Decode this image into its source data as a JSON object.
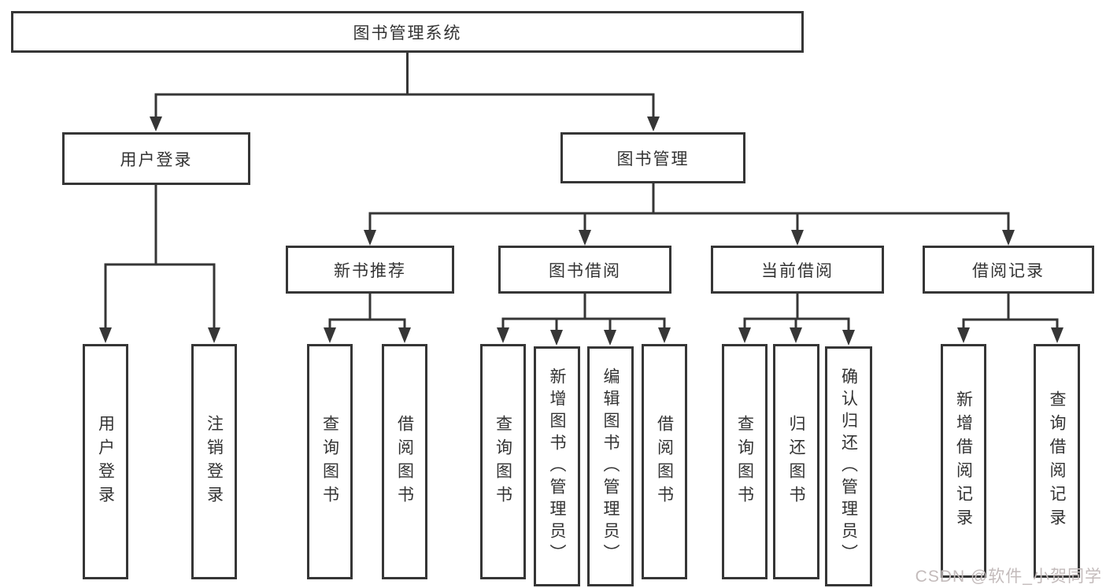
{
  "tree": {
    "root": {
      "label": "图书管理系统"
    },
    "branches": [
      {
        "label": "用户登录",
        "children": [
          {
            "label": "用户登录"
          },
          {
            "label": "注销登录"
          }
        ]
      },
      {
        "label": "图书管理",
        "children": [
          {
            "label": "新书推荐",
            "children": [
              {
                "label": "查询图书"
              },
              {
                "label": "借阅图书"
              }
            ]
          },
          {
            "label": "图书借阅",
            "children": [
              {
                "label": "查询图书"
              },
              {
                "label": "新增图书（管理员）"
              },
              {
                "label": "编辑图书（管理员）"
              },
              {
                "label": "借阅图书"
              }
            ]
          },
          {
            "label": "当前借阅",
            "children": [
              {
                "label": "查询图书"
              },
              {
                "label": "归还图书"
              },
              {
                "label": "确认归还（管理员）"
              }
            ]
          },
          {
            "label": "借阅记录",
            "children": [
              {
                "label": "新增借阅记录"
              },
              {
                "label": "查询借阅记录"
              }
            ]
          }
        ]
      }
    ]
  },
  "watermark": "CSDN @软件_小贺同学",
  "colors": {
    "line": "#363636",
    "text": "#333333",
    "background": "#ffffff",
    "watermark": "#c3bbbb"
  }
}
